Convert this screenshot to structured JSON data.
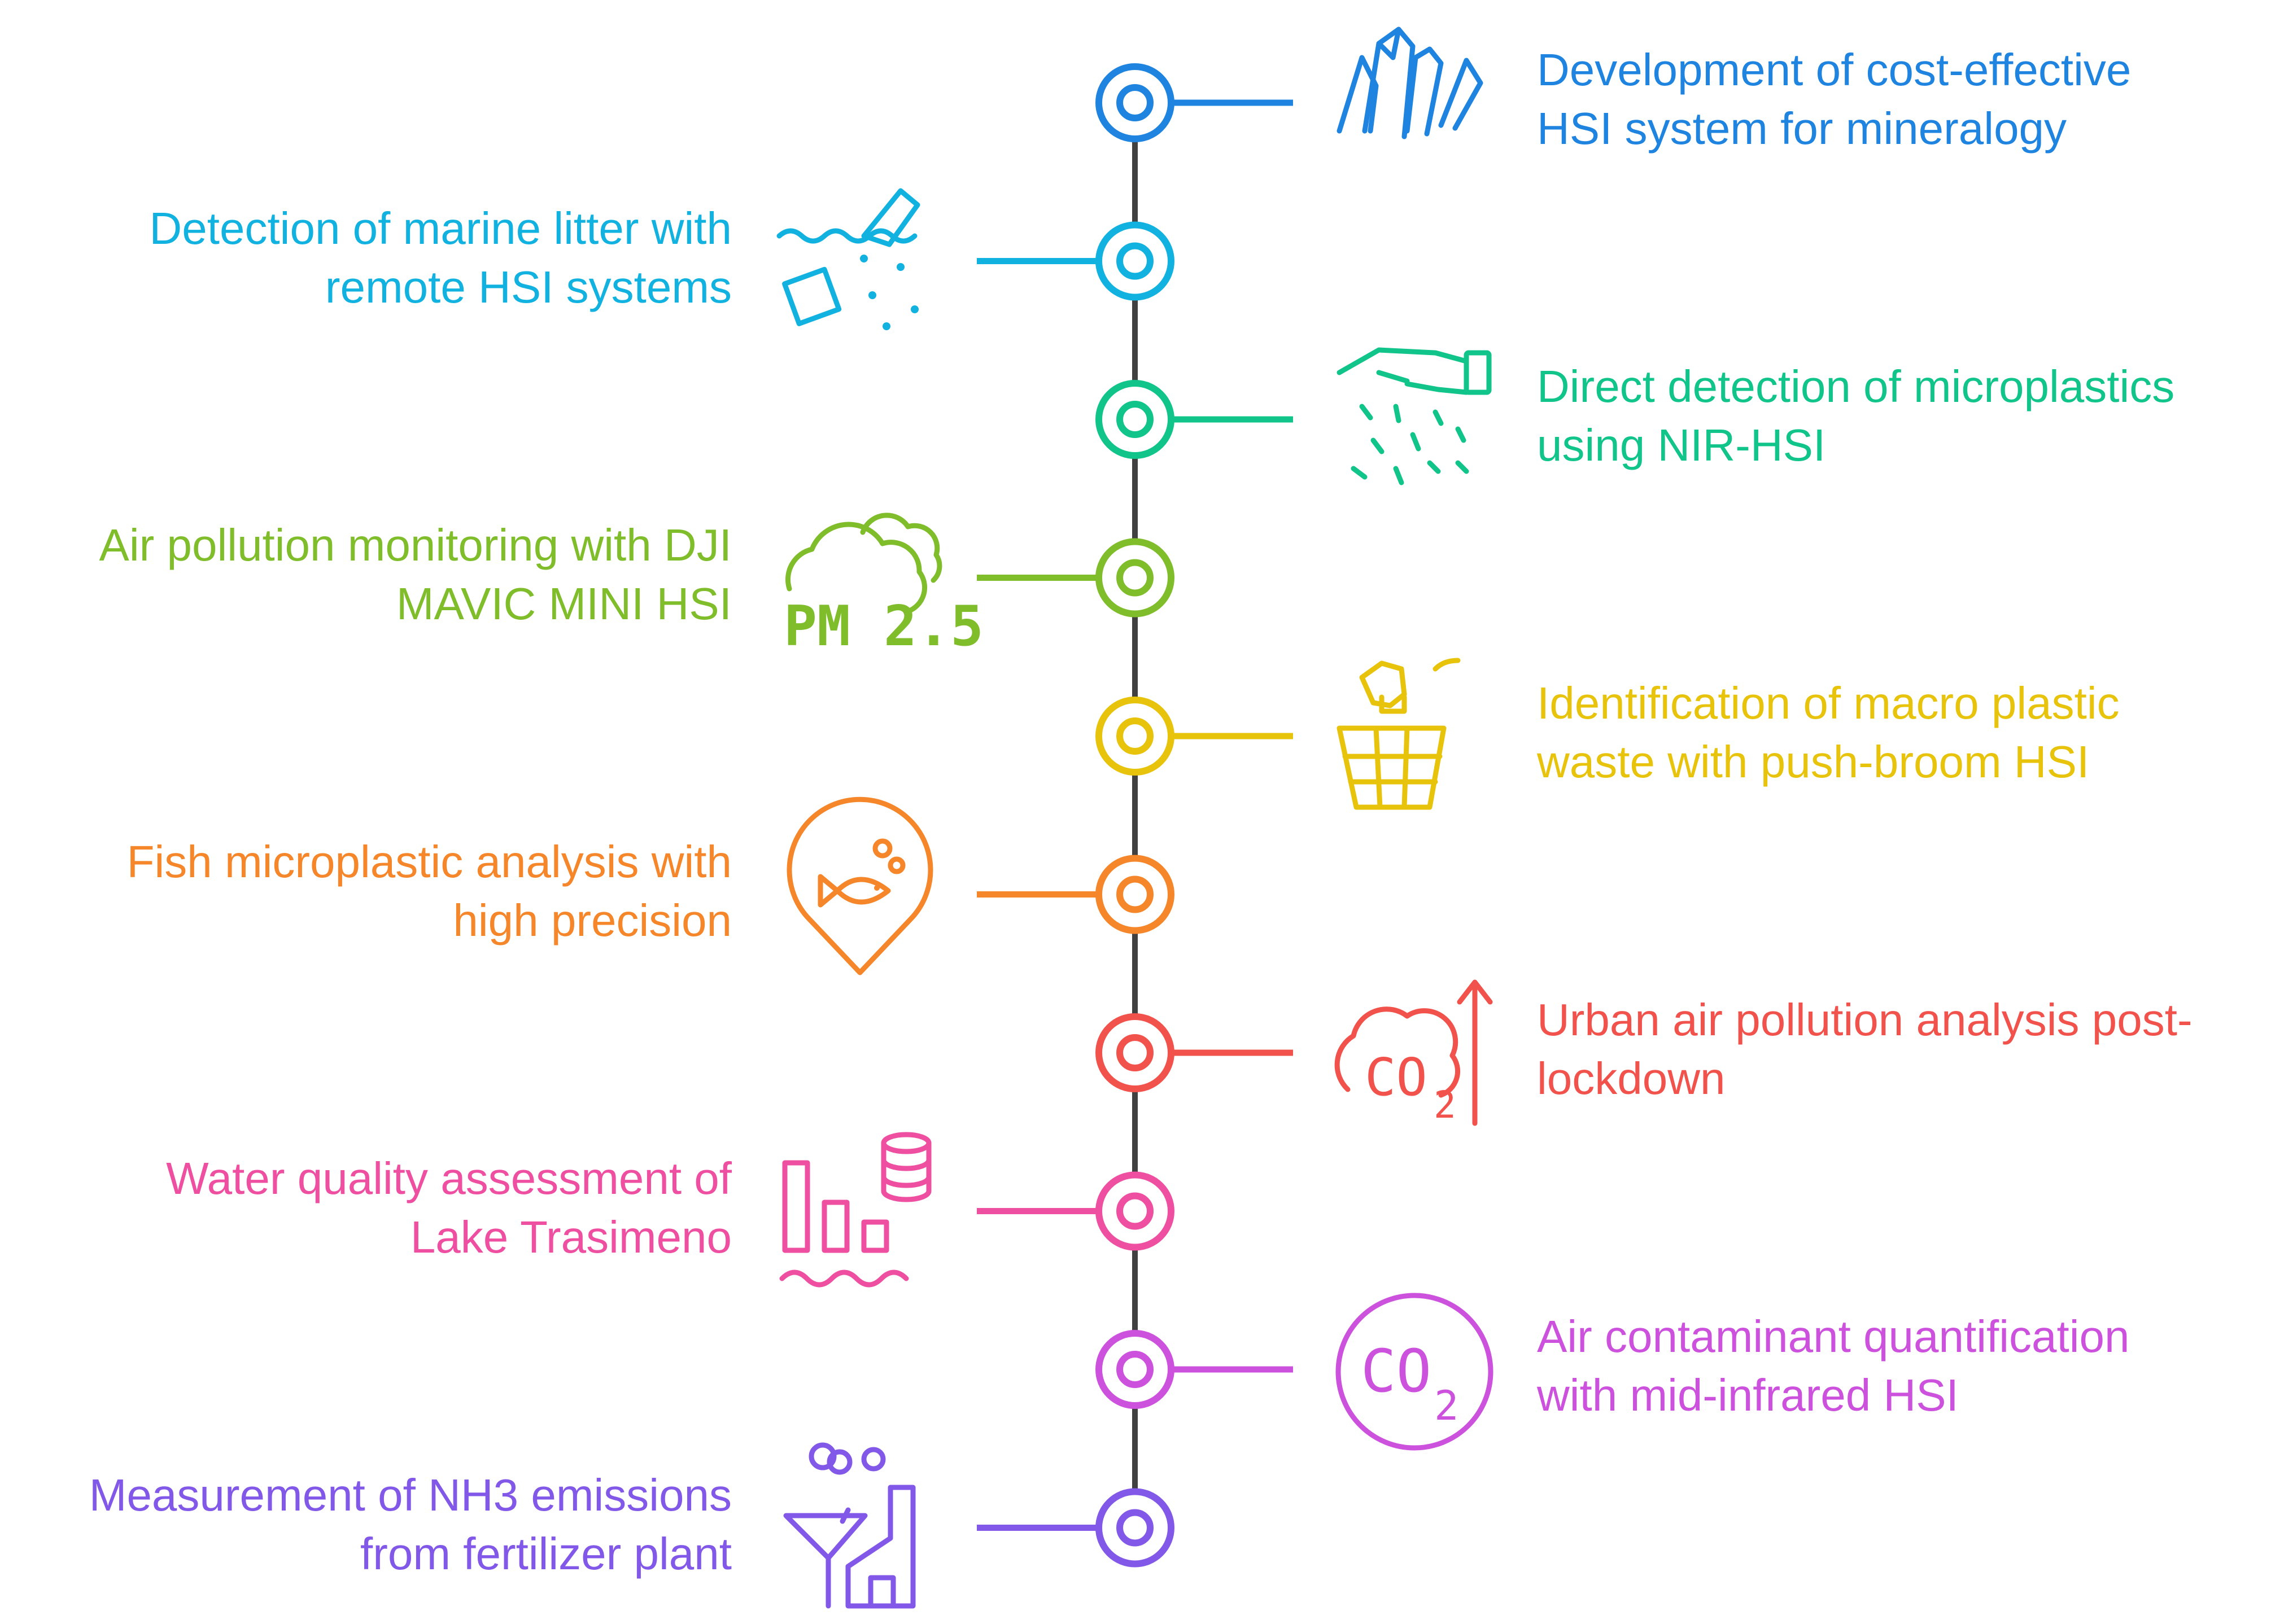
{
  "items": [
    {
      "id": "mineralogy",
      "lines": [
        "Development of cost-effective",
        "HSI system for mineralogy"
      ],
      "color": "#1f84e0",
      "icon": "crystals-icon"
    },
    {
      "id": "marine-litter",
      "lines": [
        "Detection of marine litter with",
        "remote HSI systems"
      ],
      "color": "#12b2e0",
      "icon": "marine-litter-icon"
    },
    {
      "id": "microplastics",
      "lines": [
        "Direct detection of microplastics",
        "using NIR-HSI"
      ],
      "color": "#11c48a",
      "icon": "hand-sprinkle-icon"
    },
    {
      "id": "air-pollution-dji",
      "lines": [
        "Air pollution monitoring with DJI",
        "MAVIC MINI HSI"
      ],
      "color": "#7fbd2a",
      "icon": "pm25-cloud-icon",
      "icon_text": "PM 2.5"
    },
    {
      "id": "macro-plastic",
      "lines": [
        "Identification of macro plastic",
        "waste with push-broom HSI"
      ],
      "color": "#e8c30b",
      "icon": "waste-basket-icon"
    },
    {
      "id": "fish-microplastic",
      "lines": [
        "Fish microplastic analysis with",
        "high precision"
      ],
      "color": "#f5862a",
      "icon": "fish-pin-icon"
    },
    {
      "id": "urban-air",
      "lines": [
        "Urban air pollution analysis post-",
        "lockdown"
      ],
      "color": "#f2524c",
      "icon": "co2-cloud-arrow-icon",
      "icon_text": "CO",
      "icon_sub": "2"
    },
    {
      "id": "water-quality",
      "lines": [
        "Water quality assessment of",
        "Lake Trasimeno"
      ],
      "color": "#ee4fa0",
      "icon": "water-chart-icon"
    },
    {
      "id": "air-contaminant",
      "lines": [
        "Air contaminant quantification",
        "with mid-infrared HSI"
      ],
      "color": "#cc52dd",
      "icon": "co2-circle-icon",
      "icon_text": "CO",
      "icon_sub": "2"
    },
    {
      "id": "nh3-emissions",
      "lines": [
        "Measurement of NH3 emissions",
        "from fertilizer plant"
      ],
      "color": "#8258e8",
      "icon": "factory-icon"
    }
  ]
}
